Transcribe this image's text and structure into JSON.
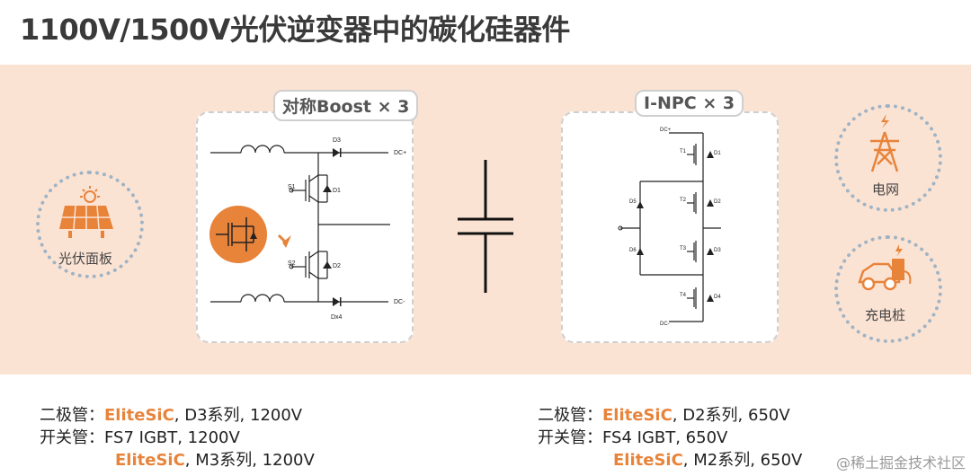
{
  "title": "1100V/1500V光伏逆变器中的碳化硅器件",
  "left_panel": {
    "tag": "对称Boost × 3",
    "labels": {
      "d3": "D3",
      "dcp": "DC+",
      "s1": "S1",
      "d1": "D1",
      "s2": "S2",
      "d2": "D2",
      "dcm": "DC-",
      "dx4": "Dx4"
    }
  },
  "right_panel": {
    "tag": "I-NPC × 3",
    "labels": {
      "dcp": "DC+",
      "t1": "T1",
      "d1": "D1",
      "d5": "D5",
      "t2": "T2",
      "d2": "D2",
      "d6": "D6",
      "t3": "T3",
      "d3": "D3",
      "t4": "T4",
      "d4": "D4",
      "dcm": "DC-"
    }
  },
  "icons": {
    "solar": "光伏面板",
    "grid": "电网",
    "charger": "充电桩"
  },
  "specs_left": {
    "r1_label": "二极管：",
    "r1_brand": "EliteSiC",
    "r1_text": ", D3系列, 1200V",
    "r2_label": "开关管：",
    "r2_text": "FS7 IGBT, 1200V",
    "r3_brand": "EliteSiC",
    "r3_text": ", M3系列, 1200V"
  },
  "specs_right": {
    "r1_label": "二极管：",
    "r1_brand": "EliteSiC",
    "r1_text": ", D2系列, 650V",
    "r2_label": "开关管：",
    "r2_text": "FS4 IGBT, 650V",
    "r3_brand": "EliteSiC",
    "r3_text": ", M2系列, 650V"
  },
  "watermark": "@稀土掘金技术社区",
  "colors": {
    "accent": "#e8833a",
    "band": "#fbe3d4",
    "dotted": "#9fb3c4"
  }
}
